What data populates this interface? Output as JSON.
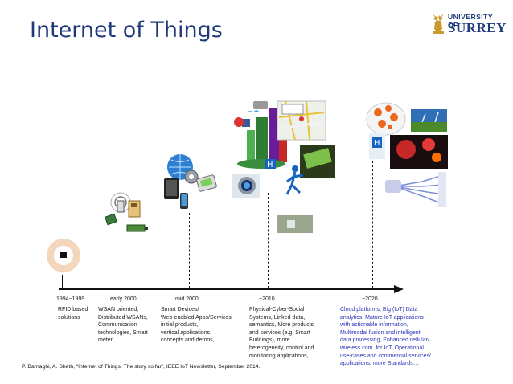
{
  "slide": {
    "title": "Internet of Things",
    "logo": {
      "line1": "UNIVERSITY OF",
      "line2": "SURREY"
    },
    "citation": "P. Barnaghi, A. Sheth, “Internet of Things, The story so far”, IEEE IoT Newsletter, September 2014."
  },
  "timeline": {
    "eras": [
      {
        "label": "1994~1999",
        "description": "RFID based\nsolutions"
      },
      {
        "label": "early 2000",
        "description": "WSAN oriented,\nDistributed WSANs,\nCommunication\ntechnologies, Smart\nmeter …"
      },
      {
        "label": "mid 2000",
        "description": "Smart Devices/\nWeb-enabled  Apps/Services,\ninitial products,\nvertical applications,\nconcepts and demos, …"
      },
      {
        "label": "~2010",
        "description": "Physical-Cyber-Social\nSystems, Linked-data,\nsemantics, More products\nand services (e.g. Smart\nBuildings), more\nheterogeneity, control and\nmonitoring applications, …"
      },
      {
        "label": "~2020",
        "description": "Cloud platforms, Big (IoT) Data\nanalytics, Mature IoT applications\nwith actionable information,\nMultimodal fusion and intelligent\ndata processing, Enhanced cellular/\nwireless com. for IoT, Operational\nuse-cases and commercial services/\napplications, more Standards…"
      }
    ]
  },
  "colors": {
    "title": "#1f3a7a",
    "future_text": "#2a36b8",
    "axis": "#111111"
  }
}
